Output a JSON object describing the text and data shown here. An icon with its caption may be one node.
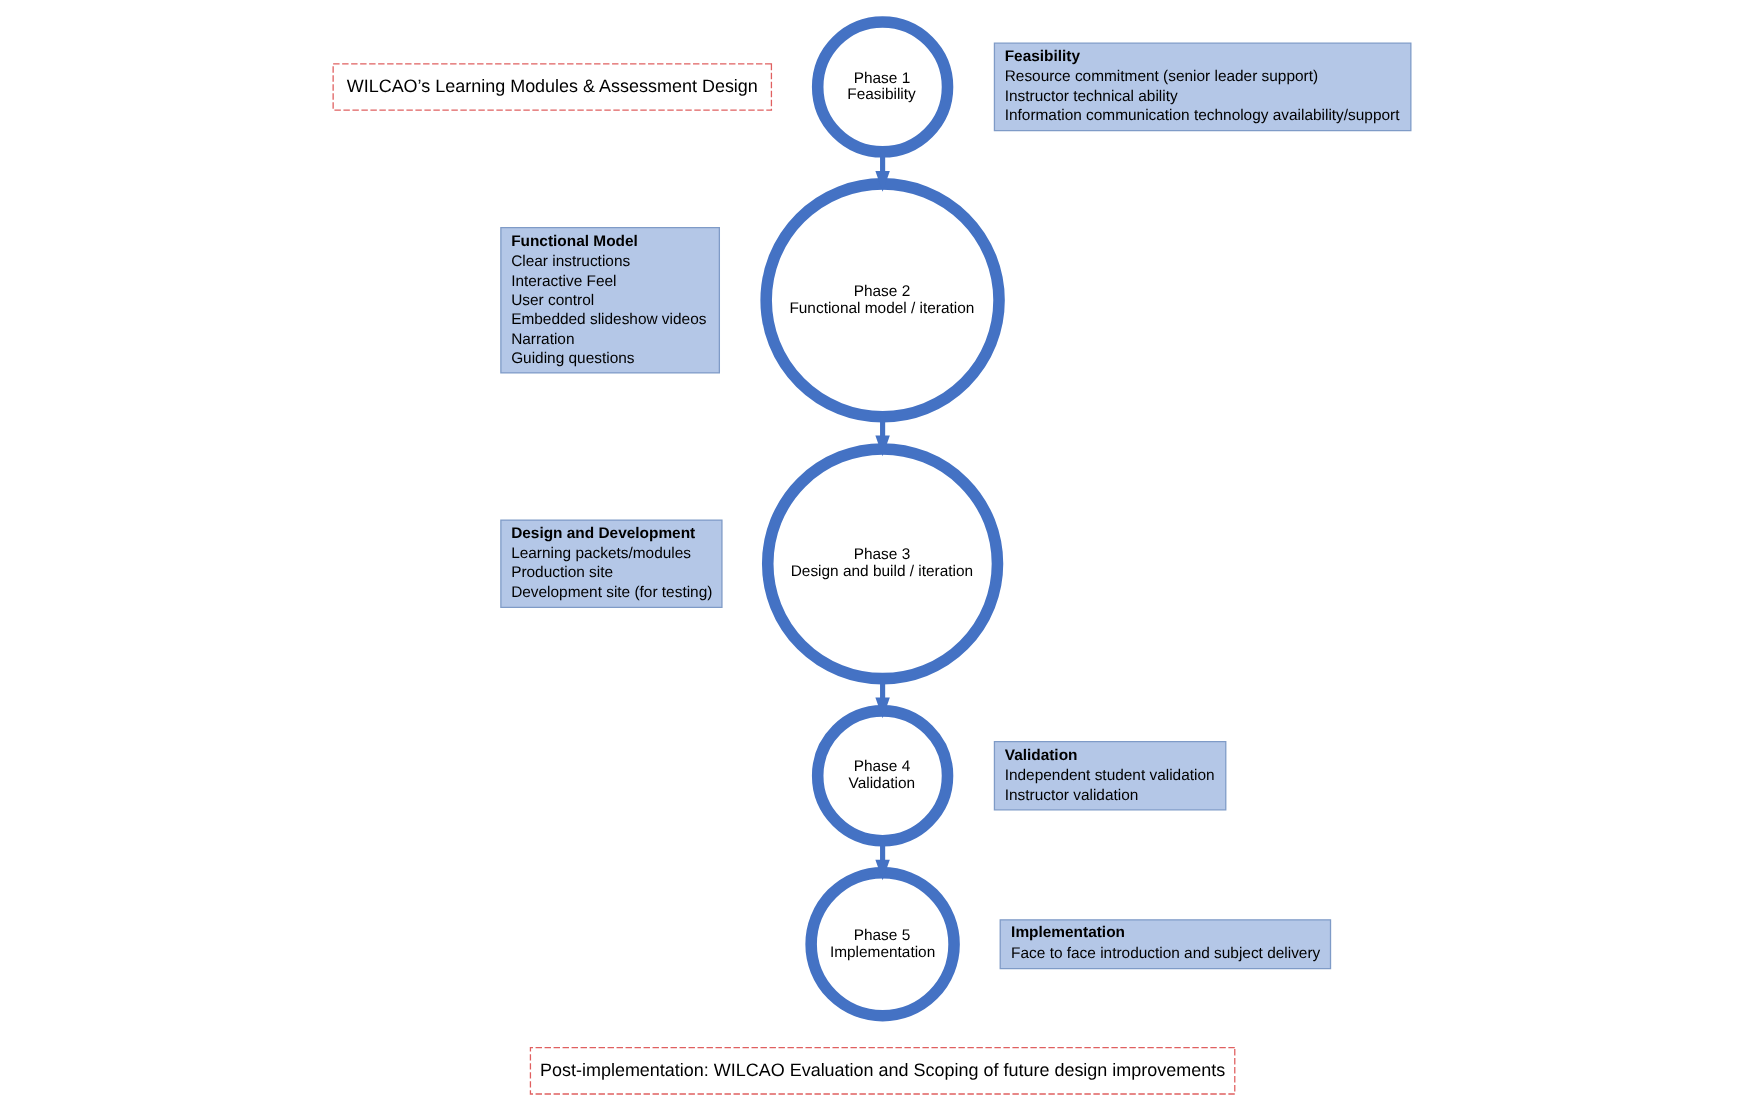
{
  "diagram": {
    "nodes": [
      {
        "text": [
          "Phase 1",
          "Feasibility"
        ]
      },
      {
        "text": [
          "Phase 2",
          "Functional model / iteration"
        ]
      },
      {
        "text": [
          "Phase 3",
          "Design and build / iteration"
        ]
      },
      {
        "text": [
          "Phase 4",
          "Validation"
        ]
      },
      {
        "text": [
          "Phase 5",
          "Implementation"
        ]
      },
      {
        "text": [
          "Functional Model",
          "Clear instructions",
          "Interactive Feel",
          "User control",
          "Embedded slideshow videos",
          "Narration",
          "Guiding questions"
        ]
      },
      {
        "text": [
          "Design and Development",
          "Learning packets/modules",
          "Production site",
          "Development site (for testing)"
        ]
      },
      {
        "text": [
          "Feasibility",
          "Resource commitment (senior leader support)",
          "Instructor technical ability",
          "Information communication technology availability/support"
        ]
      },
      {
        "text": [
          "Validation",
          "Independent student validation",
          "Instructor validation"
        ]
      },
      {
        "text": [
          "Implementation",
          "Face to face introduction and subject delivery"
        ]
      },
      {
        "text": [
          "WILCAO’s Learning Modules & Assessment Design"
        ]
      },
      {
        "text": [
          "Post-implementation: WILCAO Evaluation and Scoping of future design improvements"
        ]
      }
    ],
    "edges": [
      {
        "from": 0,
        "to": 1,
        "arrow": "to"
      },
      {
        "from": 1,
        "to": 2,
        "arrow": "to"
      },
      {
        "from": 2,
        "to": 3,
        "arrow": "to"
      },
      {
        "from": 3,
        "to": 4,
        "arrow": "to"
      }
    ]
  }
}
